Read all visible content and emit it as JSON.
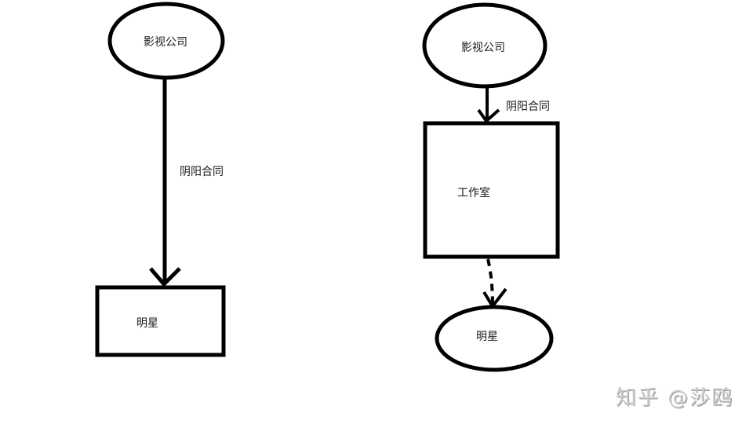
{
  "left_diagram": {
    "top_node": {
      "label": "影视公司",
      "shape": "ellipse"
    },
    "edge": {
      "label": "阴阳合同",
      "style": "solid"
    },
    "bottom_node": {
      "label": "明星",
      "shape": "rectangle"
    }
  },
  "right_diagram": {
    "top_node": {
      "label": "影视公司",
      "shape": "ellipse"
    },
    "edge1": {
      "label": "阴阳合同",
      "style": "solid"
    },
    "middle_node": {
      "label": "工作室",
      "shape": "rectangle"
    },
    "edge2": {
      "label": "",
      "style": "dashed"
    },
    "bottom_node": {
      "label": "明星",
      "shape": "ellipse"
    }
  },
  "watermark": "知乎 @莎鸥",
  "colors": {
    "stroke": "#000000",
    "background": "#ffffff",
    "text": "#1a1a1a"
  }
}
